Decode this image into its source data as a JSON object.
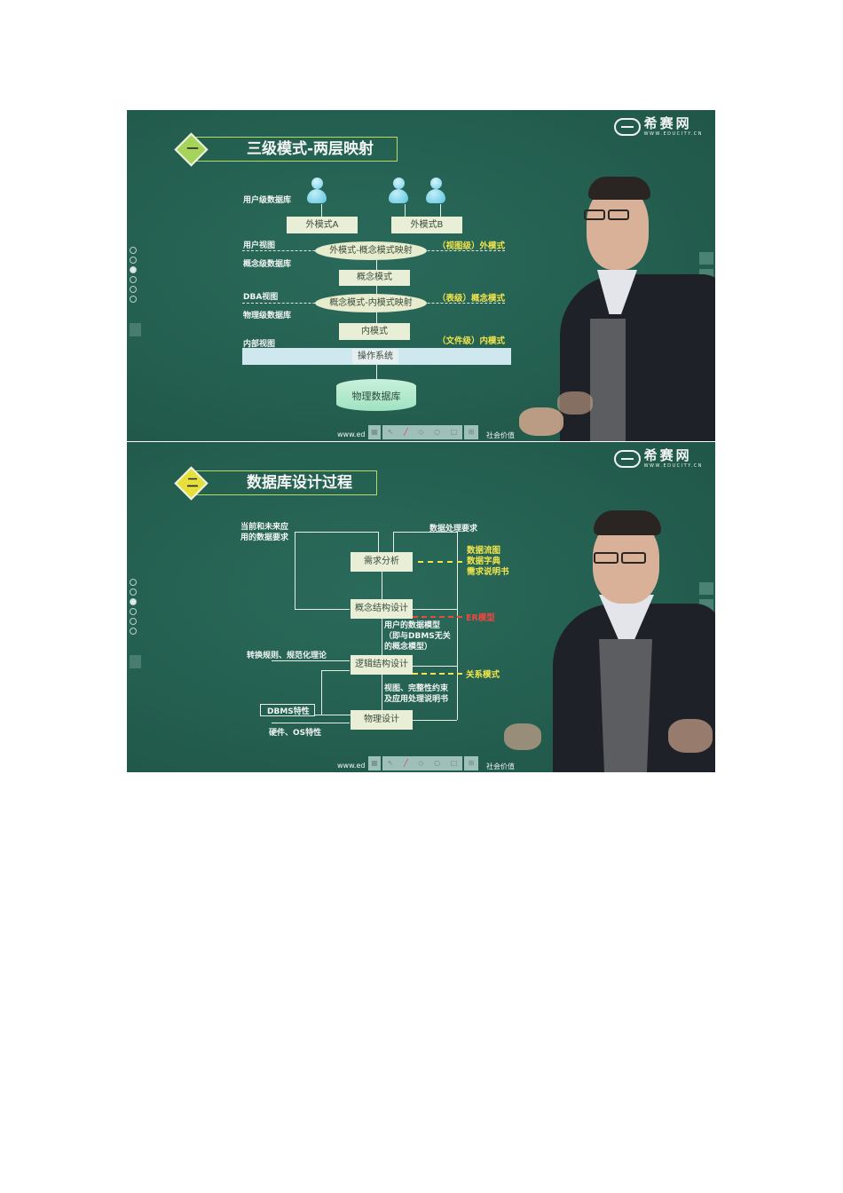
{
  "slides": [
    {
      "number_label": "一",
      "title": "三级模式-两层映射",
      "badge_color": "#a6d45a",
      "logo": {
        "cn": "希赛网",
        "en": "WWW.EDUCITY.CN"
      },
      "left_labels": {
        "user_db": "用户级数据库",
        "user_view": "用户视图",
        "concept_db": "概念级数据库",
        "dba_view": "DBA视图",
        "physical_db": "物理级数据库",
        "internal_view": "内部视图"
      },
      "nodes": {
        "ext_a": "外模式A",
        "ext_b": "外模式B",
        "map_ext_concept": "外模式-概念模式映射",
        "concept": "概念模式",
        "map_concept_internal": "概念模式-内模式映射",
        "internal": "内模式",
        "os": "操作系统",
        "physical_database": "物理数据库"
      },
      "right_labels": {
        "external": "（视图级）外模式",
        "conceptual": "（表级）概念模式",
        "internal": "（文件级）内模式"
      },
      "footer": {
        "url_prefix": "www.ed",
        "url_suffix": "社会价值"
      }
    },
    {
      "number_label": "二",
      "title": "数据库设计过程",
      "badge_color": "#e8e03a",
      "logo": {
        "cn": "希赛网",
        "en": "WWW.EDUCITY.CN"
      },
      "inputs": {
        "current_future": "当前和未来应\n用的数据要求",
        "data_processing": "数据处理要求",
        "rules": "转换规则、规范化理论",
        "dbms_features": "DBMS特性",
        "hardware_os": "硬件、OS特性"
      },
      "steps": {
        "requirements": "需求分析",
        "conceptual": "概念结构设计",
        "logical": "逻辑结构设计",
        "physical": "物理设计"
      },
      "annotations": {
        "user_model": "用户的数据模型\n（即与DBMS无关\n的概念模型）",
        "views": "视图、完整性约束\n及应用处理说明书"
      },
      "outputs": {
        "req_out": "数据流图\n数据字典\n需求说明书",
        "er": "ER模型",
        "relational": "关系模式"
      },
      "footer": {
        "url_prefix": "www.ed",
        "url_suffix": "社会价值"
      }
    }
  ],
  "toolbar_icons": [
    "grid-icon",
    "pointer-icon",
    "pen-icon",
    "eraser-icon",
    "zoom-icon",
    "comment-icon",
    "screen-icon"
  ],
  "colors": {
    "board_green": "#245f50",
    "box_fill": "#e9efd6",
    "os_bar": "#cfe8ef",
    "yellow_label": "#f2e54a",
    "red_label": "#f0473e"
  }
}
